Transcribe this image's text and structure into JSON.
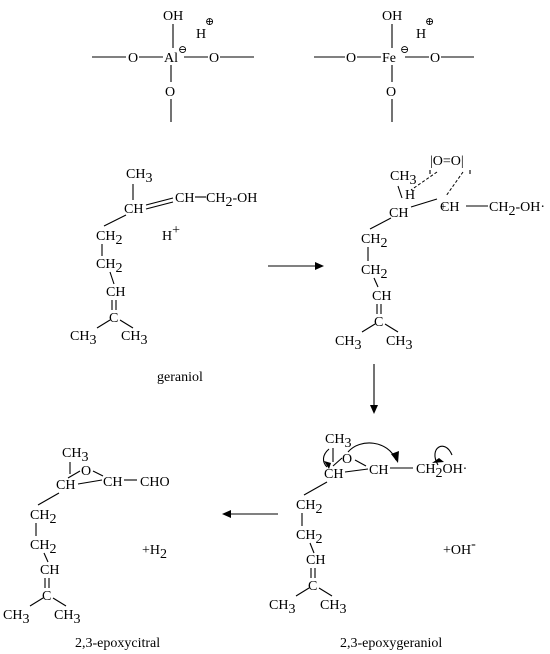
{
  "atoms": {
    "OH": "OH",
    "O": "O",
    "H": "H",
    "Al": "Al",
    "Fe": "Fe",
    "CH3": "CH",
    "CH": "CH",
    "CH2": "CH",
    "C": "C",
    "sub2": "2",
    "sub3": "3",
    "OHdot": "OH·",
    "CH2OHend": "-OH",
    "CH2OHend2": "-OH·",
    "CHO": "CHO",
    "OO": "|O=O|"
  },
  "charges": {
    "plus_circled": "⊕",
    "minus_circled": "⊖",
    "plus": "+",
    "minus": "-"
  },
  "species": {
    "h_plus": "H",
    "h2": "+H",
    "oh_minus": "+OH"
  },
  "captions": {
    "geraniol": "geraniol",
    "epoxycitral": "2,3-epoxycitral",
    "epoxygeraniol": "2,3-epoxygeraniol"
  },
  "colors": {
    "ink": "#000000",
    "background": "#ffffff"
  }
}
